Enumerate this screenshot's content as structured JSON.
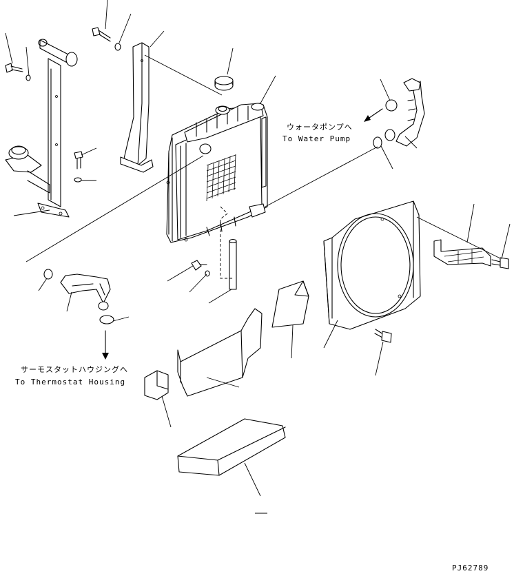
{
  "labels": {
    "water_pump_jp": "ウォータポンプへ",
    "water_pump_en": "To Water Pump",
    "thermostat_jp": "サーモスタットハウジングへ",
    "thermostat_en": "To Thermostat Housing",
    "drawing_number": "PJ62789"
  }
}
